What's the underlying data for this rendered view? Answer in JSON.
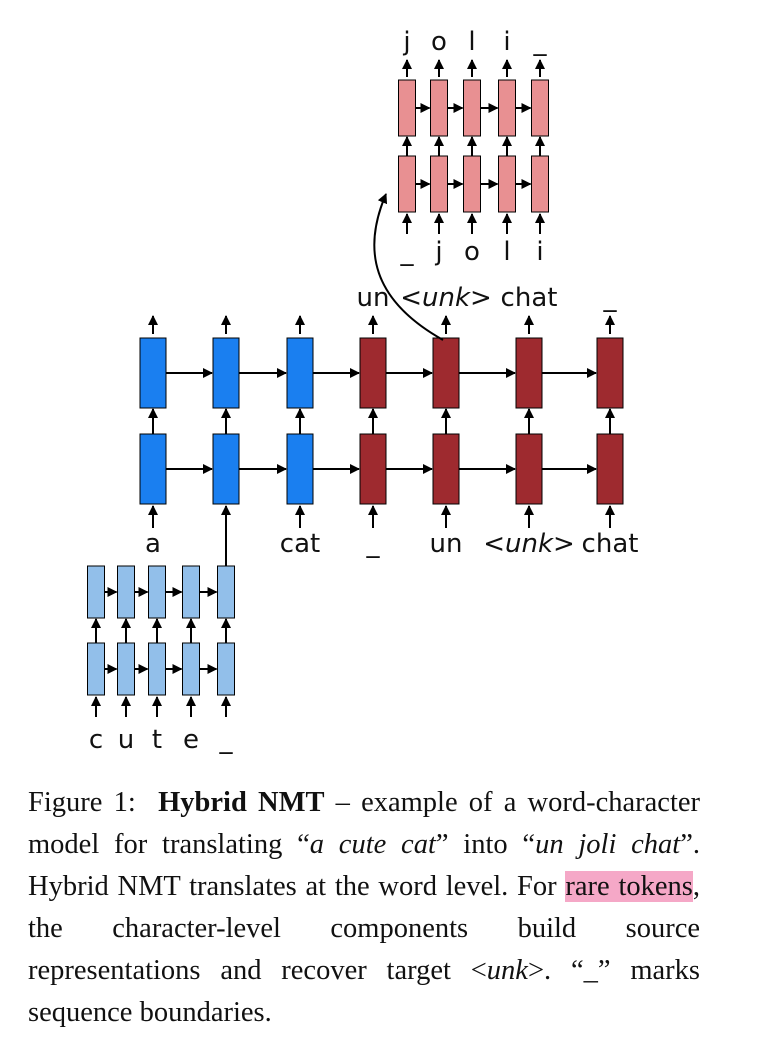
{
  "diagram": {
    "source_words": [
      "a",
      "cat"
    ],
    "target_inputs": [
      "_",
      "un",
      "<unk>",
      "chat"
    ],
    "target_outputs": [
      "un",
      "<unk>",
      "chat",
      "_"
    ],
    "source_chars": [
      "c",
      "u",
      "t",
      "e",
      "_"
    ],
    "output_chars": [
      "j",
      "o",
      "l",
      "i",
      "_"
    ],
    "output_char_inputs": [
      "_",
      "j",
      "o",
      "l",
      "i"
    ],
    "colors": {
      "encoder": "#1a7ff0",
      "decoder": "#9e2a2f",
      "char_encoder": "#92bfea",
      "char_decoder": "#e89092",
      "highlight": "#f5a8c7"
    }
  },
  "caption": {
    "figure_label": "Figure 1:",
    "bold_title": "Hybrid NMT",
    "p1": " – example of a word-character model for translating “",
    "it1": "a cute cat",
    "p2": "” into “",
    "it2": "un joli chat",
    "p3": "”. Hybrid NMT translates at the word level. For ",
    "highlight": "rare tokens",
    "p4": ", the character-level components build source representations and recover target <",
    "it3": "unk",
    "p5": ">. “_” marks sequence boundaries."
  }
}
